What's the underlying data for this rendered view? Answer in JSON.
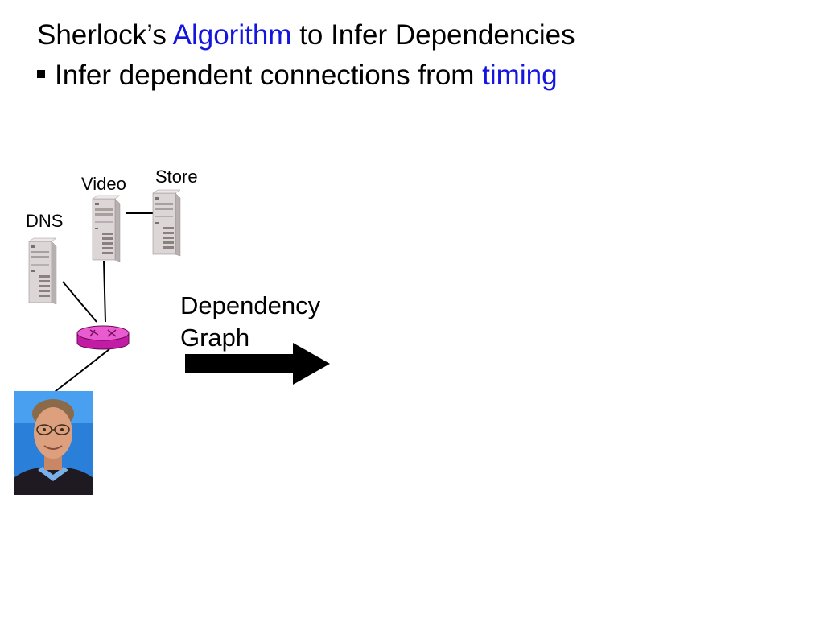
{
  "slide": {
    "title_pre": "Sherlock’s ",
    "title_highlight": "Algorithm",
    "title_post": " to Infer Dependencies",
    "bullet_pre": "Infer dependent connections from ",
    "bullet_highlight": "timing"
  },
  "diagram": {
    "nodes": {
      "dns": "DNS",
      "video": "Video",
      "store": "Store"
    },
    "arrow_label_line1": "Dependency",
    "arrow_label_line2": "Graph"
  },
  "colors": {
    "highlight": "#1515e0",
    "router": "#e040c8",
    "server": "#dcd6d6"
  }
}
